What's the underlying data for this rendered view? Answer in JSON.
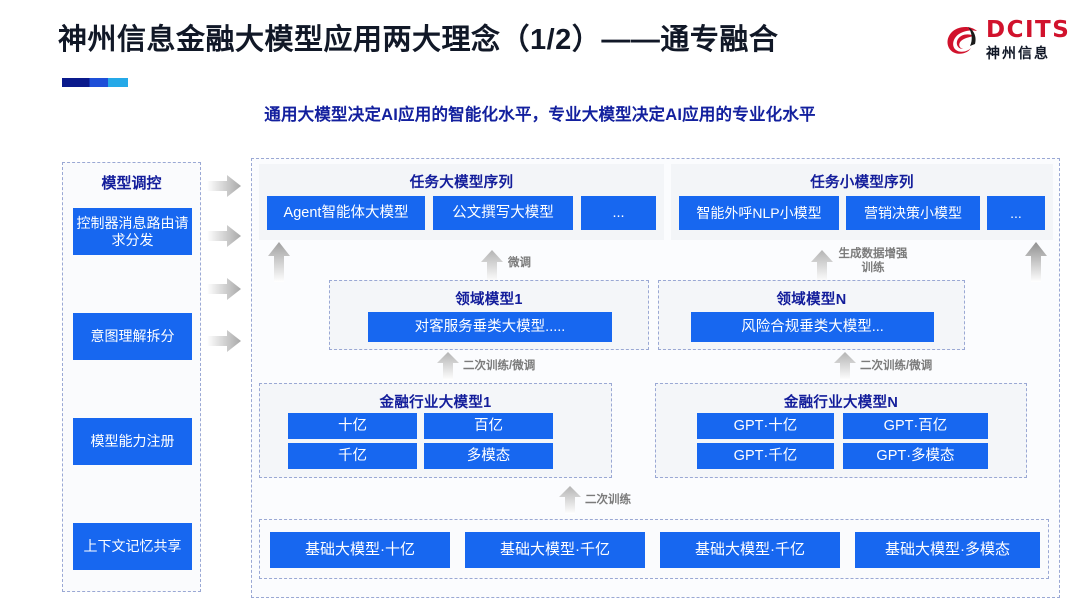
{
  "header": {
    "title": "神州信息金融大模型应用两大理念（1/2）——通专融合",
    "subtitle": "通用大模型决定AI应用的智能化水平，专业大模型决定AI应用的专业化水平",
    "logo": {
      "name": "DCITS",
      "name_cn": "神州信息",
      "mark_icon": "dcits-swirl-icon",
      "brand_color": "#d1122c"
    }
  },
  "diagram": {
    "controller": {
      "title": "模型调控",
      "items": [
        "控制器消息路由请求分发",
        "意图理解拆分",
        "模型能力注册",
        "上下文记忆共享"
      ]
    },
    "task_large": {
      "title": "任务大模型序列",
      "chips": [
        "Agent智能体大模型",
        "公文撰写大模型",
        "..."
      ]
    },
    "task_small": {
      "title": "任务小模型序列",
      "chips": [
        "智能外呼NLP小模型",
        "营销决策小模型",
        "..."
      ]
    },
    "domain_1": {
      "title": "领域模型1",
      "chips": [
        "对客服务垂类大模型....."
      ]
    },
    "domain_n": {
      "title": "领域模型N",
      "chips": [
        "风险合规垂类大模型..."
      ]
    },
    "industry_1": {
      "title": "金融行业大模型1",
      "chips": [
        "十亿",
        "百亿",
        "千亿",
        "多模态"
      ]
    },
    "industry_n": {
      "title": "金融行业大模型N",
      "chips": [
        "GPT·十亿",
        "GPT·百亿",
        "GPT·千亿",
        "GPT·多模态"
      ]
    },
    "foundation": {
      "chips": [
        "基础大模型·十亿",
        "基础大模型·千亿",
        "基础大模型·千亿",
        "基础大模型·多模态"
      ]
    },
    "flow_labels": {
      "finetune": "微调",
      "data_augment": "生成数据增强训练",
      "retrain_finetune_left": "二次训练/微调",
      "retrain_finetune_right": "二次训练/微调",
      "retrain": "二次训练"
    }
  },
  "colors": {
    "chip_blue": "#1767f0",
    "title_blue": "#131d9b",
    "dashed_border": "#9aa8d4",
    "arrow_gray": "#b9b9b9"
  }
}
